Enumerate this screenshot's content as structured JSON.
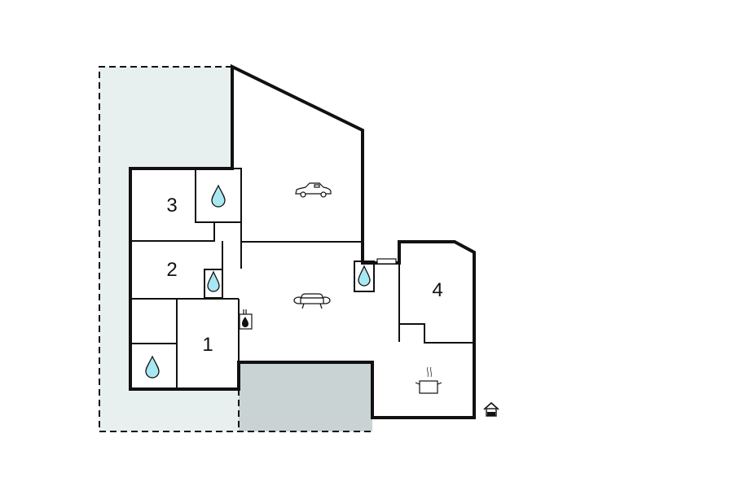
{
  "floor_plan": {
    "rooms": [
      {
        "label": "1"
      },
      {
        "label": "2"
      },
      {
        "label": "3"
      },
      {
        "label": "4"
      }
    ],
    "icons": [
      "car-icon",
      "sofa-icon",
      "fireplace-icon",
      "cooking-pot-icon",
      "water-drop-icon",
      "house-entrance-icon",
      "window-icon"
    ],
    "colors": {
      "outdoor_area": "#e8efef",
      "terrace": "#c9d3d3",
      "water": "#a8e8f2",
      "walls": "#111111"
    }
  }
}
